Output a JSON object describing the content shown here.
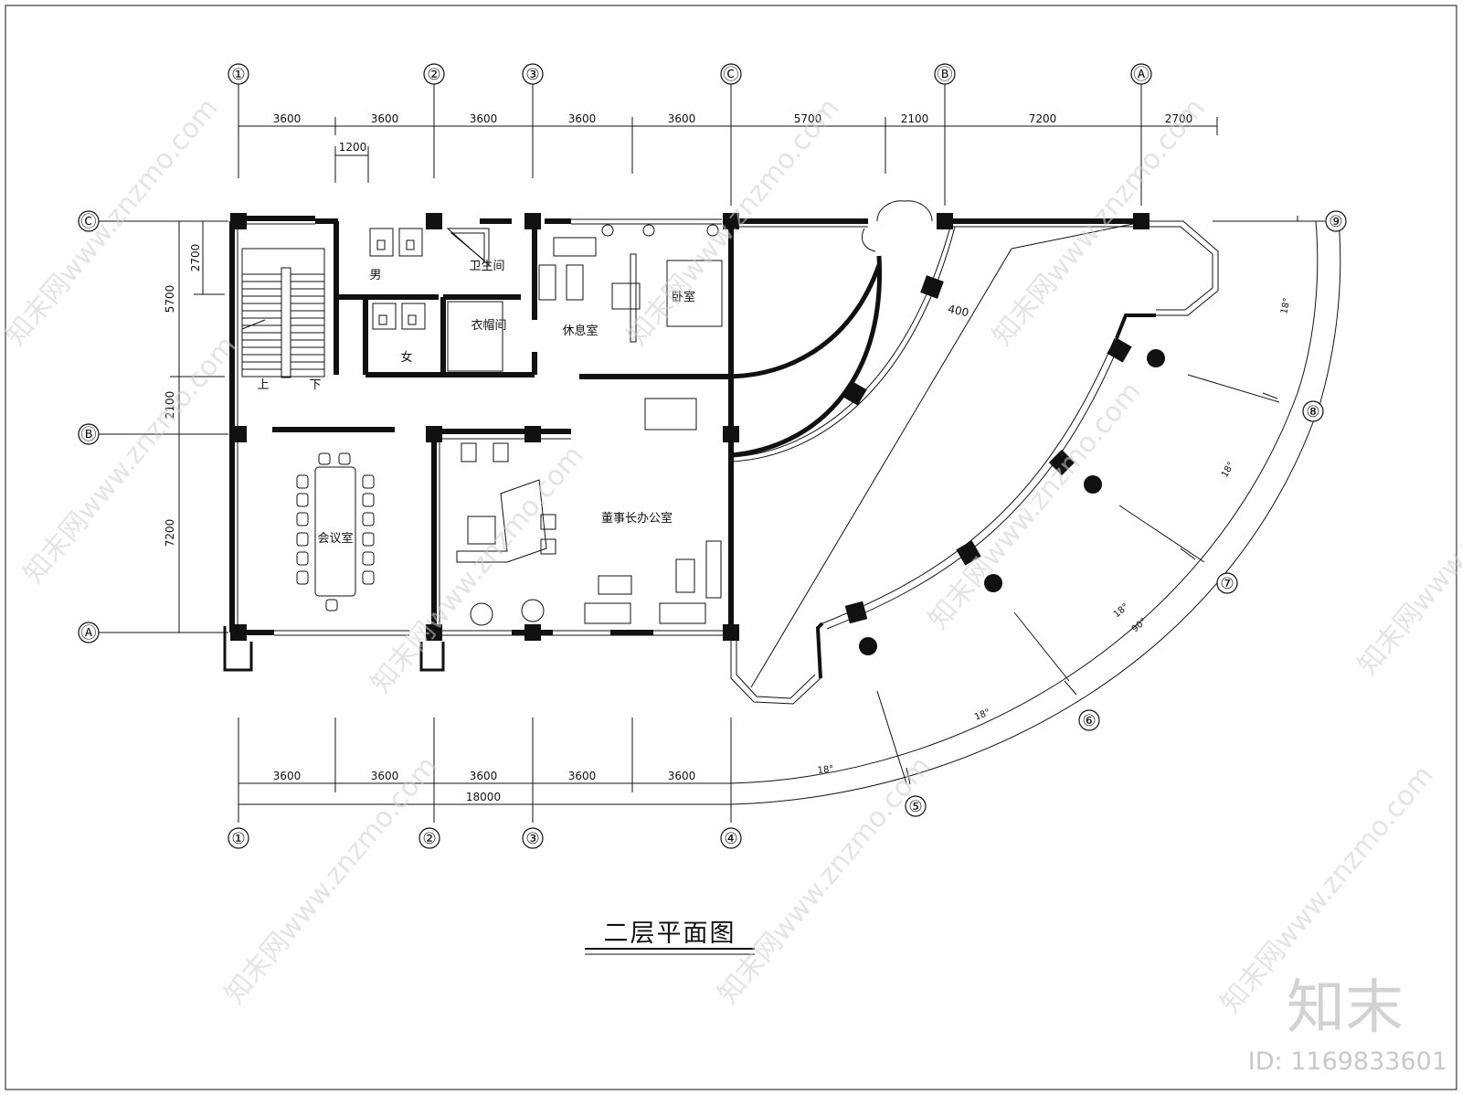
{
  "title": "二层平面图",
  "top_axes": [
    "①",
    "②",
    "③",
    "Ⓒ",
    "Ⓑ",
    "Ⓐ"
  ],
  "bottom_axes": [
    "①",
    "②",
    "③",
    "④"
  ],
  "left_axes": [
    "Ⓒ",
    "Ⓑ",
    "Ⓐ"
  ],
  "arc_axes": [
    "⑤",
    "⑥",
    "⑦",
    "⑧",
    "⑨"
  ],
  "top_dims": [
    "3600",
    "3600",
    "3600",
    "3600",
    "3600",
    "5700",
    "2100",
    "7200",
    "2700"
  ],
  "top_subdim": "1200",
  "bottom_dims": [
    "3600",
    "3600",
    "3600",
    "3600",
    "3600"
  ],
  "bottom_total": "18000",
  "left_dims": [
    "2700",
    "5700",
    "2100",
    "7200"
  ],
  "dim_400": "400",
  "angles": [
    "18°",
    "18°",
    "18°",
    "18°",
    "18°",
    "90°"
  ],
  "rooms": {
    "men": "男",
    "women": "女",
    "bathroom": "卫生间",
    "cloakroom": "衣帽间",
    "lounge": "休息室",
    "bedroom": "卧室",
    "meeting": "会议室",
    "chairman_office": "董事长办公室"
  },
  "stair": {
    "up": "上",
    "down": "下"
  },
  "watermark": "知末网www.znzmo.com",
  "logo": "知末",
  "image_id": "ID: 1169833601"
}
